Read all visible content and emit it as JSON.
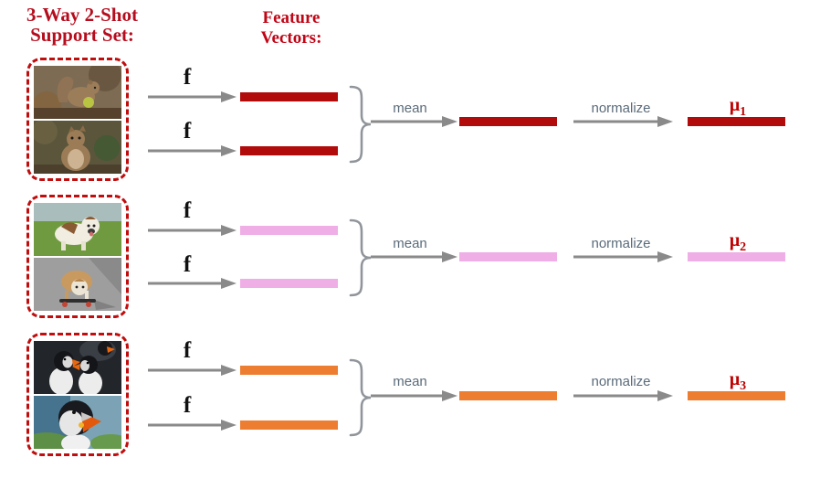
{
  "header": {
    "support_set_title_line1": "3-Way 2-Shot",
    "support_set_title_line2": "Support Set:",
    "feature_vectors_label_line1": "Feature",
    "feature_vectors_label_line2": "Vectors:"
  },
  "colors": {
    "title_red": "#b60d1e",
    "label_red": "#c00516",
    "dashed_border_red": "#c00d0d",
    "arrow_gray": "#8a8a8a",
    "brace_gray": "#90959b",
    "operation_label_slate": "#5a6b7a",
    "mu_red": "#c00000",
    "class1_bar": "#b20b0b",
    "class2_bar": "#efaee6",
    "class3_bar": "#ed7d31"
  },
  "rows": [
    {
      "class_index": 1,
      "images": [
        {
          "desc": "squirrel holding a green apple"
        },
        {
          "desc": "squirrel on forest floor"
        }
      ],
      "f_label": "f",
      "mean_label": "mean",
      "normalize_label": "normalize",
      "mu_label": "μ",
      "mu_subscript": "1",
      "bar_color": "#b20b0b"
    },
    {
      "class_index": 2,
      "images": [
        {
          "desc": "bulldog standing on grass by water"
        },
        {
          "desc": "bulldog riding a skateboard"
        }
      ],
      "f_label": "f",
      "mean_label": "mean",
      "normalize_label": "normalize",
      "mu_label": "μ",
      "mu_subscript": "2",
      "bar_color": "#efaee6"
    },
    {
      "class_index": 3,
      "images": [
        {
          "desc": "two puffins facing each other"
        },
        {
          "desc": "close-up of a puffin head"
        }
      ],
      "f_label": "f",
      "mean_label": "mean",
      "normalize_label": "normalize",
      "mu_label": "μ",
      "mu_subscript": "3",
      "bar_color": "#ed7d31"
    }
  ]
}
